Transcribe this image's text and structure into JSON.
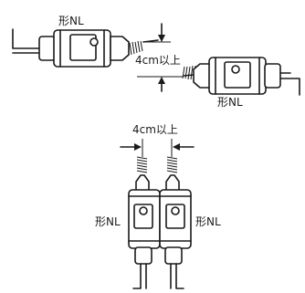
{
  "labels": {
    "model_top_left": "形NL",
    "spacing_right": "4cm以上",
    "model_right": "形NL",
    "spacing_bottom": "4cm以上",
    "model_bottom_left": "形NL",
    "model_bottom_right": "形NL"
  }
}
